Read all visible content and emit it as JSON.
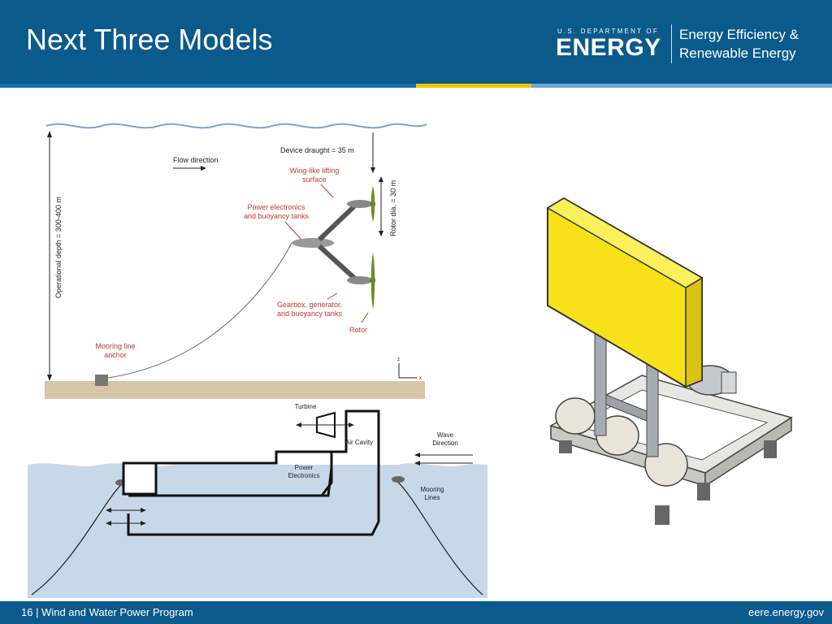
{
  "slide": {
    "title": "Next Three Models",
    "footer_left": "16 | Wind and Water Power Program",
    "footer_right": "eere.energy.gov"
  },
  "logo": {
    "dept_small": "U.S. DEPARTMENT OF",
    "dept_big": "ENERGY",
    "eere_line1": "Energy Efficiency &",
    "eere_line2": "Renewable Energy"
  },
  "colors": {
    "header": "#0a5a8c",
    "stripe_left": "#1a6fae",
    "stripe_mid": "#f5c400",
    "stripe_right": "#6aa8d8",
    "water": "#c7d8e8",
    "seabed": "#d6c6a8",
    "yellow_panel": "#f7e21a"
  },
  "tidal_diagram": {
    "operational_depth": "Operational depth = 300-400 m",
    "flow_direction": "Flow direction",
    "device_draught": "Device draught = 35 m",
    "wing_line1": "Wing-like lifting",
    "wing_line2": "surface",
    "power_line1": "Power electronics",
    "power_line2": "and buoyancy tanks",
    "rotor_dia": "Rotor dia. = 30 m",
    "gearbox_line1": "Gearbox, generator,",
    "gearbox_line2": "and buoyancy tanks",
    "rotor": "Rotor",
    "mooring_line1": "Mooring line",
    "mooring_line2": "anchor",
    "axis_z": "z",
    "axis_x": "x"
  },
  "owc_diagram": {
    "turbine": "Turbine",
    "air_cavity": "Air Cavity",
    "wave_line1": "Wave",
    "wave_line2": "Direction",
    "power_line1": "Power",
    "power_line2": "Electronics",
    "mooring_line1": "Mooring",
    "mooring_line2": "Lines"
  }
}
